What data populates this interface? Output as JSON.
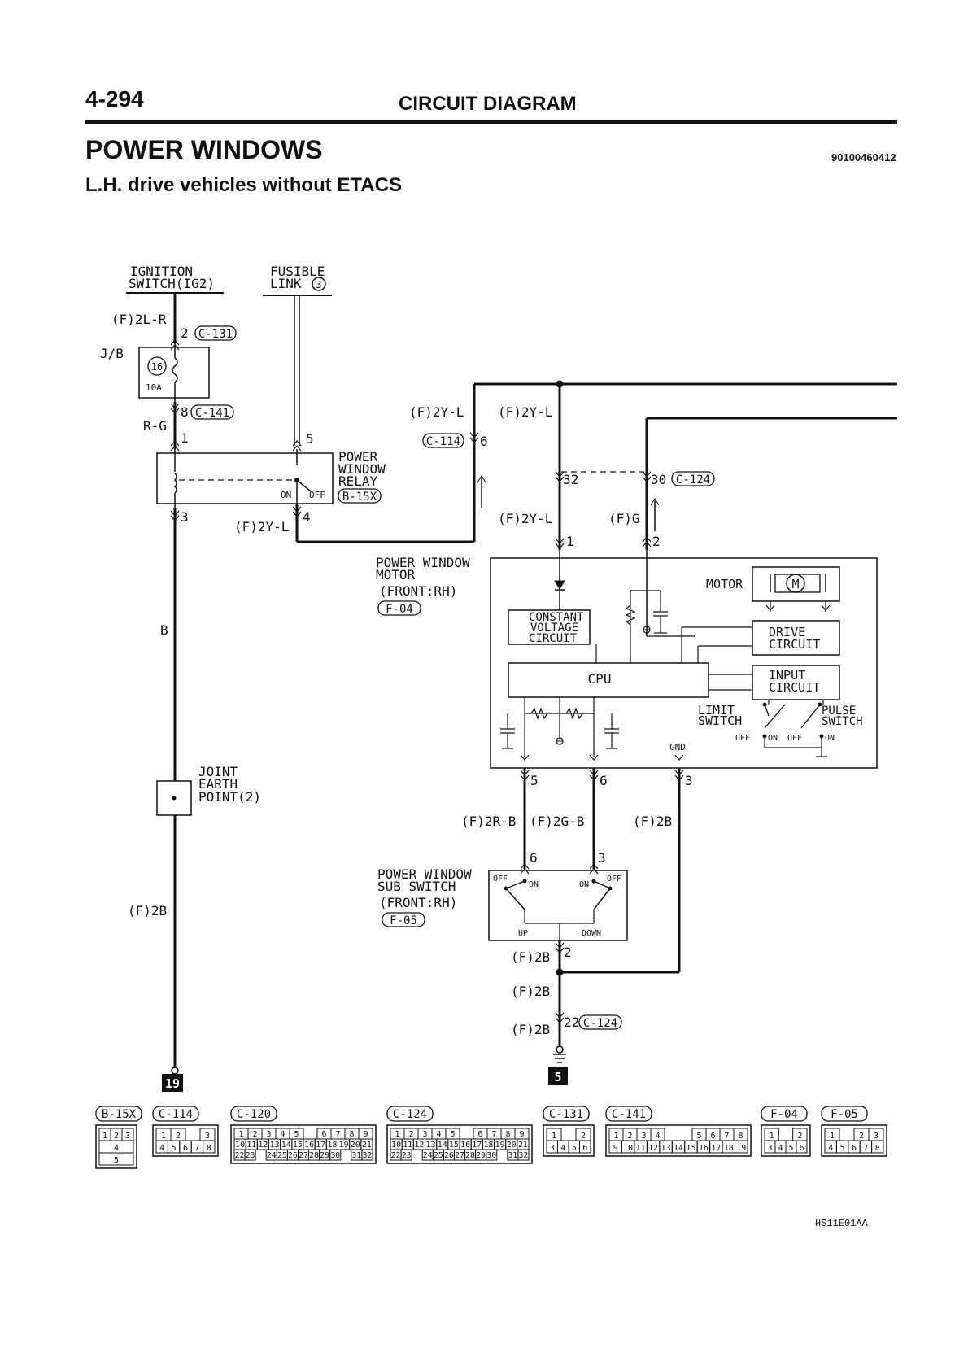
{
  "header": {
    "page_number": "4-294",
    "section": "CIRCUIT DIAGRAM",
    "title": "POWER WINDOWS",
    "doc_code": "90100460412",
    "subtitle": "L.H. drive vehicles without ETACS",
    "diagram_ref": "HS11E01AA"
  },
  "sources": {
    "ignition": [
      "IGNITION",
      "SWITCH(IG2)"
    ],
    "fusible": [
      "FUSIBLE",
      "LINK"
    ],
    "fusible_no": "3"
  },
  "wires": {
    "f_2lr": "(F)2L-R",
    "rg": "R-G",
    "b": "B",
    "f_2b": "(F)2B",
    "f_2yl": "(F)2Y-L",
    "f_g": "(F)G",
    "f_2rb": "(F)2R-B",
    "f_2gb": "(F)2G-B"
  },
  "junction_block": {
    "label": "J/B",
    "fuse_no": "16",
    "rating": "10A"
  },
  "relay": {
    "name": [
      "POWER",
      "WINDOW",
      "RELAY"
    ],
    "on": "ON",
    "off": "OFF"
  },
  "motor": {
    "name": [
      "POWER WINDOW",
      "MOTOR",
      "(FRONT:RH)"
    ],
    "motor_label": "MOTOR",
    "m": "M",
    "constant_voltage": [
      "CONSTANT",
      "VOLTAGE",
      "CIRCUIT"
    ],
    "cpu": "CPU",
    "drive": [
      "DRIVE",
      "CIRCUIT"
    ],
    "input": [
      "INPUT",
      "CIRCUIT"
    ],
    "limit": [
      "LIMIT",
      "SWITCH"
    ],
    "pulse": [
      "PULSE",
      "SWITCH"
    ],
    "gnd": "GND",
    "off": "OFF",
    "on": "ON"
  },
  "sub_switch": {
    "name": [
      "POWER WINDOW",
      "SUB SWITCH",
      "(FRONT:RH)"
    ],
    "off": "OFF",
    "on": "ON",
    "up": "UP",
    "down": "DOWN"
  },
  "joint_earth": [
    "JOINT",
    "EARTH",
    "POINT(2)"
  ],
  "earth_points": [
    "19",
    "5"
  ],
  "pins": {
    "ign_c131": "2",
    "jb_c141": "8",
    "relay_1": "1",
    "relay_5": "5",
    "relay_3": "3",
    "relay_4": "4",
    "c114_6": "6",
    "c124_32": "32",
    "c124_30": "30",
    "motor_1": "1",
    "motor_2": "2",
    "motor_5": "5",
    "motor_6": "6",
    "motor_3": "3",
    "sub_6": "6",
    "sub_3": "3",
    "sub_2": "2",
    "c124_22": "22"
  },
  "connectors": {
    "c131": "C-131",
    "c141": "C-141",
    "b15x": "B-15X",
    "c114": "C-114",
    "c120": "C-120",
    "c124": "C-124",
    "f04": "F-04",
    "f05": "F-05"
  },
  "connector_faces": [
    {
      "id": "B-15X",
      "rows": [
        [
          "1",
          "2",
          "3"
        ],
        [
          "4"
        ],
        [
          "5"
        ]
      ]
    },
    {
      "id": "C-114",
      "rows": [
        [
          "1",
          "2",
          "",
          "3"
        ],
        [
          "4",
          "5",
          "6",
          "7",
          "8"
        ]
      ]
    },
    {
      "id": "C-120",
      "rows": [
        [
          "1",
          "2",
          "3",
          "4",
          "5",
          "",
          "6",
          "7",
          "8",
          "9"
        ],
        [
          "10",
          "11",
          "12",
          "13",
          "14",
          "15",
          "16",
          "17",
          "18",
          "19",
          "20",
          "21"
        ],
        [
          "22",
          "23",
          "",
          "24",
          "25",
          "26",
          "27",
          "28",
          "29",
          "30",
          "",
          "31",
          "32"
        ]
      ]
    },
    {
      "id": "C-124",
      "rows": [
        [
          "1",
          "2",
          "3",
          "4",
          "5",
          "",
          "6",
          "7",
          "8",
          "9"
        ],
        [
          "10",
          "11",
          "12",
          "13",
          "14",
          "15",
          "16",
          "17",
          "18",
          "19",
          "20",
          "21"
        ],
        [
          "22",
          "23",
          "",
          "24",
          "25",
          "26",
          "27",
          "28",
          "29",
          "30",
          "",
          "31",
          "32"
        ]
      ]
    },
    {
      "id": "C-131",
      "rows": [
        [
          "1",
          "",
          "2"
        ],
        [
          "3",
          "4",
          "5",
          "6"
        ]
      ]
    },
    {
      "id": "C-141",
      "rows": [
        [
          "1",
          "2",
          "3",
          "4",
          "",
          "",
          "5",
          "6",
          "7",
          "8"
        ],
        [
          "9",
          "10",
          "11",
          "12",
          "13",
          "14",
          "15",
          "16",
          "17",
          "18",
          "19"
        ]
      ]
    },
    {
      "id": "F-04",
      "rows": [
        [
          "1",
          "",
          "2"
        ],
        [
          "3",
          "4",
          "5",
          "6"
        ]
      ]
    },
    {
      "id": "F-05",
      "rows": [
        [
          "1",
          "",
          "2",
          "3"
        ],
        [
          "4",
          "5",
          "6",
          "7",
          "8"
        ]
      ]
    }
  ],
  "colors": {
    "ink": "#111111",
    "paper": "#ffffff"
  }
}
